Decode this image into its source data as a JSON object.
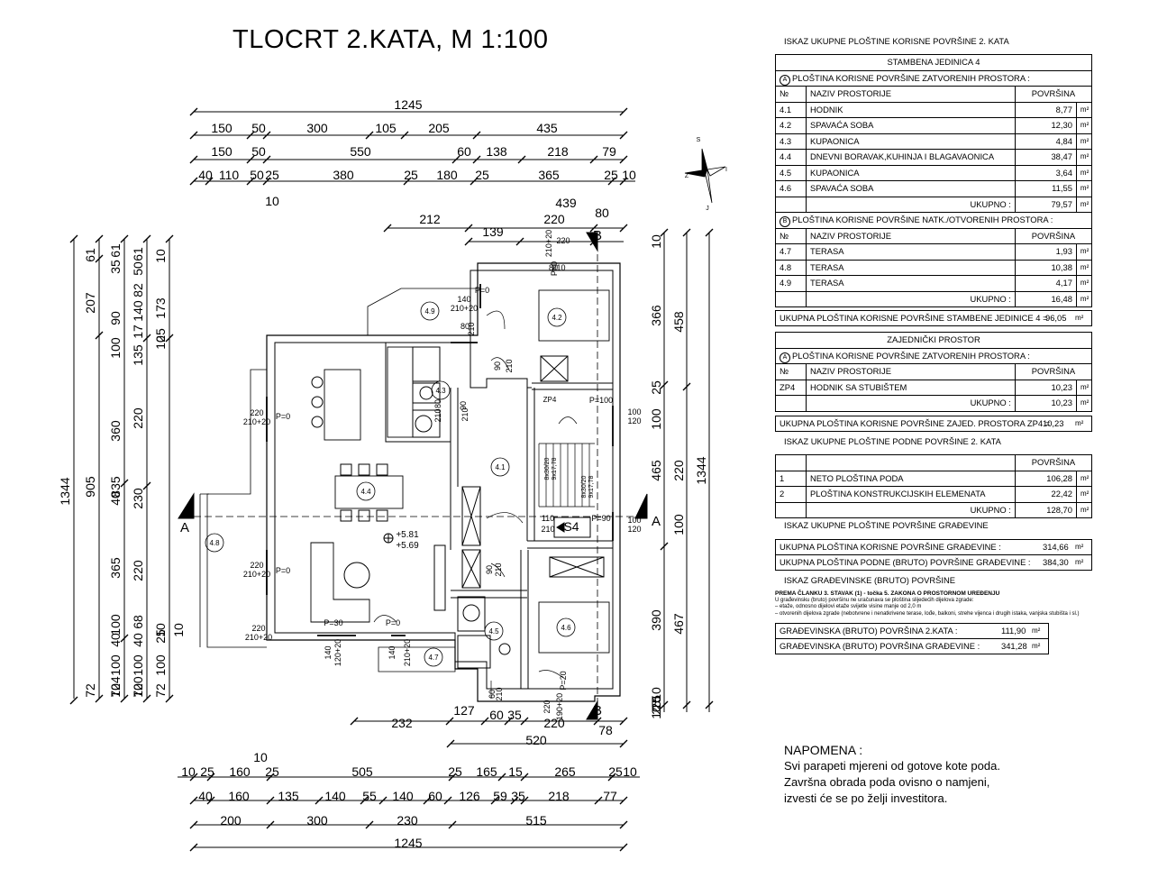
{
  "title": "TLOCRT 2.KATA, M 1:100",
  "plan": {
    "dims_top": [
      "1245",
      "150",
      "50",
      "300",
      "105",
      "205",
      "435",
      "150",
      "50",
      "550",
      "60",
      "138",
      "218",
      "79",
      "40",
      "110",
      "50",
      "25",
      "380",
      "25",
      "180",
      "25",
      "365",
      "25",
      "10",
      "10",
      "439",
      "212",
      "139",
      "220",
      "80"
    ],
    "dims_bottom": [
      "232",
      "127",
      "60",
      "35",
      "220",
      "78",
      "520",
      "10",
      "10",
      "25",
      "160",
      "25",
      "505",
      "25",
      "165",
      "15",
      "265",
      "25",
      "10",
      "40",
      "160",
      "135",
      "140",
      "55",
      "140",
      "60",
      "126",
      "59",
      "35",
      "218",
      "77",
      "200",
      "300",
      "230",
      "515",
      "1245"
    ],
    "dims_left": [
      "1344",
      "905",
      "835",
      "61",
      "207",
      "35",
      "61",
      "50",
      "61",
      "10",
      "90",
      "82",
      "140",
      "173",
      "100",
      "135",
      "17",
      "25",
      "10",
      "360",
      "220",
      "40",
      "230",
      "365",
      "220",
      "100",
      "40",
      "68",
      "100",
      "40",
      "100",
      "25",
      "10",
      "10",
      "100",
      "104",
      "100",
      "72",
      "72",
      "72",
      "72"
    ],
    "dims_right": [
      "10",
      "366",
      "458",
      "25",
      "100",
      "465",
      "1344",
      "220",
      "100",
      "390",
      "467",
      "10",
      "25",
      "5",
      "25",
      "10"
    ],
    "rooms": [
      "4.1",
      "4.2",
      "4.3",
      "4.4",
      "4.5",
      "4.6",
      "4.7",
      "4.8",
      "4.9",
      "ZP4"
    ],
    "openings": [
      "140",
      "210+20",
      "P=0",
      "220",
      "210+20",
      "P=0",
      "220",
      "210+20",
      "P=0",
      "140",
      "120+20",
      "P=30",
      "P=0",
      "140",
      "210+20",
      "220",
      "210+20",
      "P=0",
      "80",
      "210",
      "90",
      "210",
      "90",
      "210",
      "90",
      "210",
      "60",
      "210",
      "80",
      "210",
      "220",
      "190+20",
      "P=20",
      "100",
      "120",
      "100",
      "120",
      "P=100",
      "P=90",
      "110",
      "210",
      "S4",
      "220",
      "210+20",
      "80",
      "210"
    ],
    "stairs": [
      "8x30/20",
      "9x17,78",
      "8x30/20",
      "9x17,78"
    ],
    "levels": [
      "+5.81",
      "+5.69"
    ],
    "sections": [
      "A",
      "A",
      "B",
      "B"
    ],
    "north": [
      "S",
      "I",
      "J",
      "Z"
    ]
  },
  "tables": {
    "main_title": "ISKAZ UKUPNE PLOŠTINE KORISNE POVRŠINE 2. KATA",
    "unit_name": "STAMBENA JEDINICA 4",
    "section_a": "PLOŠTINA KORISNE POVRŠINE ZATVORENIH PROSTORA :",
    "section_b": "PLOŠTINA KORISNE POVRŠINE NATK./OTVORENIH PROSTORA :",
    "circle_a": "A",
    "circle_b": "B",
    "col_no": "№",
    "col_name": "NAZIV PROSTORIJE",
    "col_area": "POVRŠINA",
    "unit_m2": "m²",
    "rows_a": [
      {
        "no": "4.1",
        "name": "HODNIK",
        "area": "8,77"
      },
      {
        "no": "4.2",
        "name": "SPAVAĆA SOBA",
        "area": "12,30"
      },
      {
        "no": "4.3",
        "name": "KUPAONICA",
        "area": "4,84"
      },
      {
        "no": "4.4",
        "name": "DNEVNI BORAVAK,KUHINJA I BLAGAVAONICA",
        "area": "38,47"
      },
      {
        "no": "4.5",
        "name": "KUPAONICA",
        "area": "3,64"
      },
      {
        "no": "4.6",
        "name": "SPAVAĆA SOBA",
        "area": "11,55"
      }
    ],
    "total_label": "UKUPNO :",
    "total_a": "79,57",
    "rows_b": [
      {
        "no": "4.7",
        "name": "TERASA",
        "area": "1,93"
      },
      {
        "no": "4.8",
        "name": "TERASA",
        "area": "10,38"
      },
      {
        "no": "4.9",
        "name": "TERASA",
        "area": "4,17"
      }
    ],
    "total_b": "16,48",
    "unit_total_label": "UKUPNA PLOŠTINA KORISNE POVRŠINE STAMBENE JEDINICE 4 =",
    "unit_total": "96,05",
    "common_title": "ZAJEDNIČKI PROSTOR",
    "common_rows": [
      {
        "no": "ZP4",
        "name": "HODNIK SA STUBIŠTEM",
        "area": "10,23"
      }
    ],
    "common_total": "10,23",
    "common_total_label": "UKUPNA PLOŠTINA KORISNE POVRŠINE ZAJED. PROSTORA ZP4 =",
    "common_total_value": "10,23",
    "floor_title": "ISKAZ UKUPNE PLOŠTINE PODNE POVRŠINE 2. KATA",
    "floor_rows": [
      {
        "no": "1",
        "name": "NETO PLOŠTINA PODA",
        "area": "106,28"
      },
      {
        "no": "2",
        "name": "PLOŠTINA KONSTRUKCIJSKIH ELEMENATA",
        "area": "22,42"
      }
    ],
    "floor_total": "128,70",
    "building_title": "ISKAZ UKUPNE PLOŠTINE POVRŠINE GRAĐEVINE",
    "building_rows": [
      {
        "label": "UKUPNA PLOŠTINA KORISNE POVRŠINE GRAĐEVINE :",
        "area": "314,66"
      },
      {
        "label": "UKUPNA PLOŠTINA PODNE (BRUTO) POVRŠINE GRAĐEVINE :",
        "area": "384,30"
      }
    ],
    "gross_title": "ISKAZ GRAĐEVINSKE (BRUTO) POVRŠINE",
    "legal_bold": "PREMA ČLANKU 3. STAVAK (1) - točka 5. ZAKONA O PROSTORNOM UREĐENJU",
    "legal_lines": [
      "U građevinsku (bruto) površinu ne uračunava se ploština slijedećih dijelova zgrade:",
      "– etaže, odnosno dijelovi etaže svijetle visine manje od 2,0 m",
      "– otvorenih dijelova zgrade (nebotvrene i nenatkrivene terase, lođe, balkoni, strehe vijenca i drugih istaka, vanjska stubišta i sl.)"
    ],
    "gross_rows": [
      {
        "label": "GRAĐEVINSKA (BRUTO) POVRŠINA 2.KATA :",
        "area": "111,90"
      },
      {
        "label": "GRAĐEVINSKA (BRUTO) POVRŠINA GRAĐEVINE :",
        "area": "341,28"
      }
    ]
  },
  "note": {
    "title": "NAPOMENA :",
    "lines": [
      "Svi parapeti mjereni od gotove kote poda.",
      "Završna obrada poda ovisno o namjeni,",
      "izvesti će se po želji investitora."
    ]
  }
}
